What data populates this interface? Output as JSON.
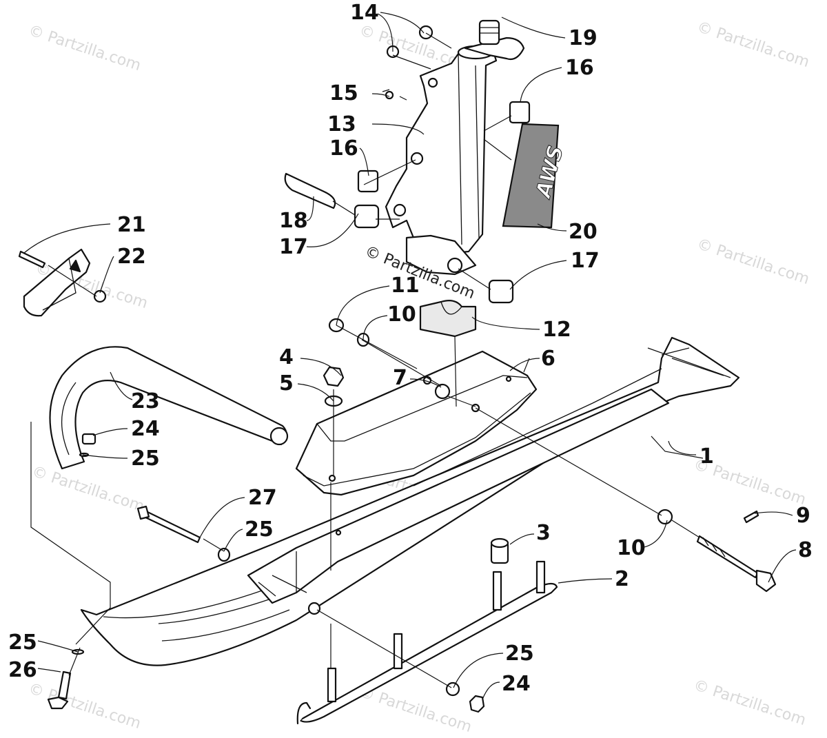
{
  "watermark": "© Partzilla.com",
  "decal_text": "AWS",
  "callouts": [
    {
      "id": "c1",
      "label": "1"
    },
    {
      "id": "c2",
      "label": "2"
    },
    {
      "id": "c3",
      "label": "3"
    },
    {
      "id": "c4",
      "label": "4"
    },
    {
      "id": "c5",
      "label": "5"
    },
    {
      "id": "c6",
      "label": "6"
    },
    {
      "id": "c7",
      "label": "7"
    },
    {
      "id": "c8",
      "label": "8"
    },
    {
      "id": "c9",
      "label": "9"
    },
    {
      "id": "c10a",
      "label": "10"
    },
    {
      "id": "c10b",
      "label": "10"
    },
    {
      "id": "c11",
      "label": "11"
    },
    {
      "id": "c12",
      "label": "12"
    },
    {
      "id": "c13",
      "label": "13"
    },
    {
      "id": "c14",
      "label": "14"
    },
    {
      "id": "c15",
      "label": "15"
    },
    {
      "id": "c16a",
      "label": "16"
    },
    {
      "id": "c16b",
      "label": "16"
    },
    {
      "id": "c17a",
      "label": "17"
    },
    {
      "id": "c17b",
      "label": "17"
    },
    {
      "id": "c18",
      "label": "18"
    },
    {
      "id": "c19",
      "label": "19"
    },
    {
      "id": "c20",
      "label": "20"
    },
    {
      "id": "c21",
      "label": "21"
    },
    {
      "id": "c22",
      "label": "22"
    },
    {
      "id": "c23",
      "label": "23"
    },
    {
      "id": "c24a",
      "label": "24"
    },
    {
      "id": "c24b",
      "label": "24"
    },
    {
      "id": "c25a",
      "label": "25"
    },
    {
      "id": "c25b",
      "label": "25"
    },
    {
      "id": "c25c",
      "label": "25"
    },
    {
      "id": "c25d",
      "label": "25"
    },
    {
      "id": "c26",
      "label": "26"
    },
    {
      "id": "c27",
      "label": "27"
    }
  ]
}
